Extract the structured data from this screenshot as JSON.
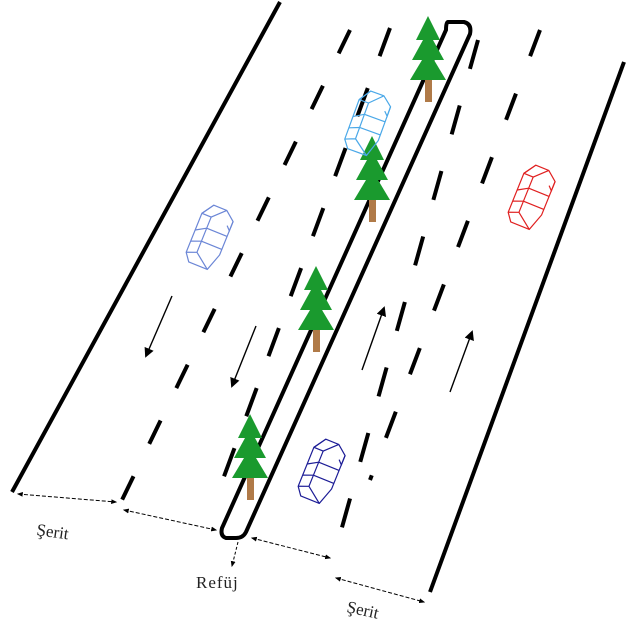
{
  "labels": {
    "lane_left": "Şerit",
    "median": "Refüj",
    "lane_right": "Şerit"
  },
  "colors": {
    "background": "#ffffff",
    "line": "#000000",
    "tree_foliage": "#1a9a2e",
    "tree_trunk": "#b07a48",
    "car_light_blue": "#4aa8e8",
    "car_pale_blue": "#6b86d6",
    "car_dark_blue": "#1c1c96",
    "car_red": "#e02020"
  },
  "icons": {
    "tree": "pine-tree-icon",
    "car": "car-icon",
    "arrow": "direction-arrow-icon"
  }
}
